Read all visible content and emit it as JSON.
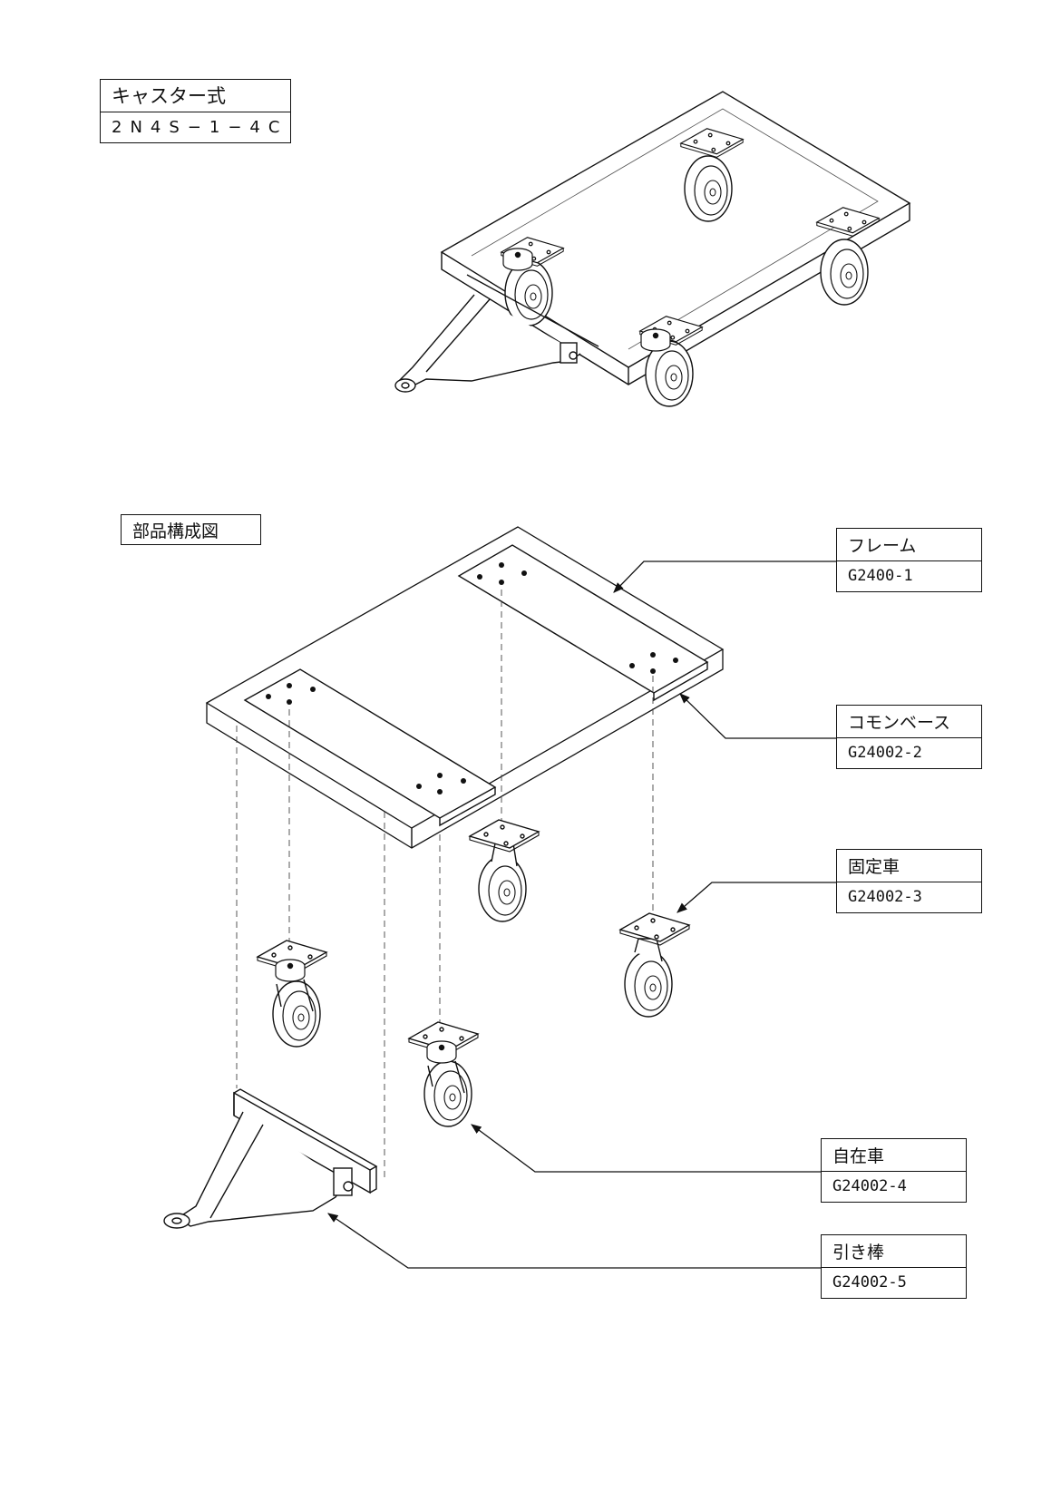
{
  "model_box": {
    "name": "キャスター式",
    "code": "2N4S−1−4C"
  },
  "section_title": "部品構成図",
  "parts": [
    {
      "name": "フレーム",
      "code": "G2400-1"
    },
    {
      "name": "コモンベース",
      "code": "G24002-2"
    },
    {
      "name": "固定車",
      "code": "G24002-3"
    },
    {
      "name": "自在車",
      "code": "G24002-4"
    },
    {
      "name": "引き棒",
      "code": "G24002-5"
    }
  ],
  "icons": [
    "assembled-cart-drawing",
    "exploded-parts-drawing",
    "leader-arrow"
  ]
}
